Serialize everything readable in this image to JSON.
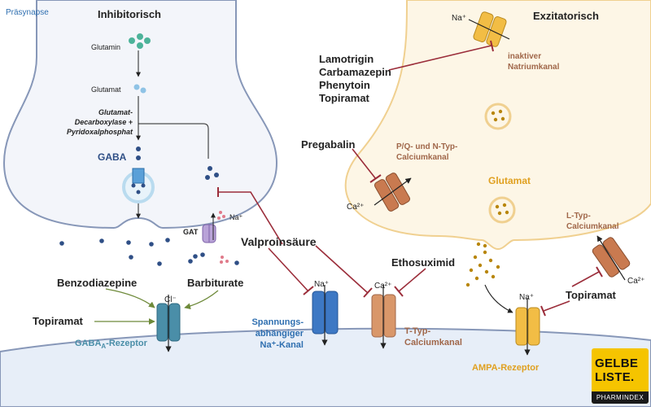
{
  "labels": {
    "praesynapse": "Präsynapse",
    "inhibitorisch": "Inhibitorisch",
    "exzitatorisch": "Exzitatorisch",
    "glutamin": "Glutamin",
    "glutamat_left": "Glutamat",
    "enzyme_line1": "Glutamat-",
    "enzyme_line2": "Decarboxylase +",
    "enzyme_line3": "Pyridoxalphosphat",
    "gaba": "GABA",
    "gat": "GAT",
    "na_gat": "Na⁺",
    "benzodiazepine": "Benzodiazepine",
    "barbiturate": "Barbiturate",
    "cl": "Cl⁻",
    "topiramat_left": "Topiramat",
    "gabaa_main": "GABA",
    "gabaa_sub": "A",
    "gabaa_rest": "-Rezeptor",
    "valproinsaeure": "Valproinsäure",
    "na_channel_ion": "Na⁺",
    "spannungs_line1": "Spannungs-",
    "spannungs_line2": "abhängiger",
    "spannungs_line3": "Na⁺-Kanal",
    "ethosuximid": "Ethosuximid",
    "ca_ttype": "Ca²⁺",
    "ttype_line1": "T-Typ-",
    "ttype_line2": "Calciumkanal",
    "na_top": "Na⁺",
    "drug1": "Lamotrigin",
    "drug2": "Carbamazepin",
    "drug3": "Phenytoin",
    "drug4": "Topiramat",
    "inaktiv_line1": "inaktiver",
    "inaktiv_line2": "Natriumkanal",
    "pregabalin": "Pregabalin",
    "pq_line1": "P/Q- und N-Typ-",
    "pq_line2": "Calciumkanal",
    "ca_pq": "Ca²⁺",
    "glutamat_right": "Glutamat",
    "ltype_line1": "L-Typ-",
    "ltype_line2": "Calciumkanal",
    "ca_ltype": "Ca²⁺",
    "na_ampa": "Na⁺",
    "topiramat_right": "Topiramat",
    "ampa": "AMPA-Rezeptor"
  },
  "logo": {
    "line1": "GELBE",
    "line2": "LISTE.",
    "line3": "PHARMINDEX"
  },
  "colors": {
    "membrane_fill": "#f3f5fa",
    "membrane_stroke": "#8797b8",
    "exc_fill": "#fdf6e6",
    "exc_stroke": "#f0d090",
    "postsyn_fill": "#e7eef8",
    "inhibit_red": "#9b2d3a",
    "gaba_blue": "#2f4f86",
    "glutamat_orange": "#e0a020",
    "channel_brown": "#c97a50",
    "channel_blue": "#3d78c4",
    "gabaa_teal": "#4a8ea8",
    "ampa_yellow": "#f2bd45",
    "text_brown": "#a0674a"
  }
}
